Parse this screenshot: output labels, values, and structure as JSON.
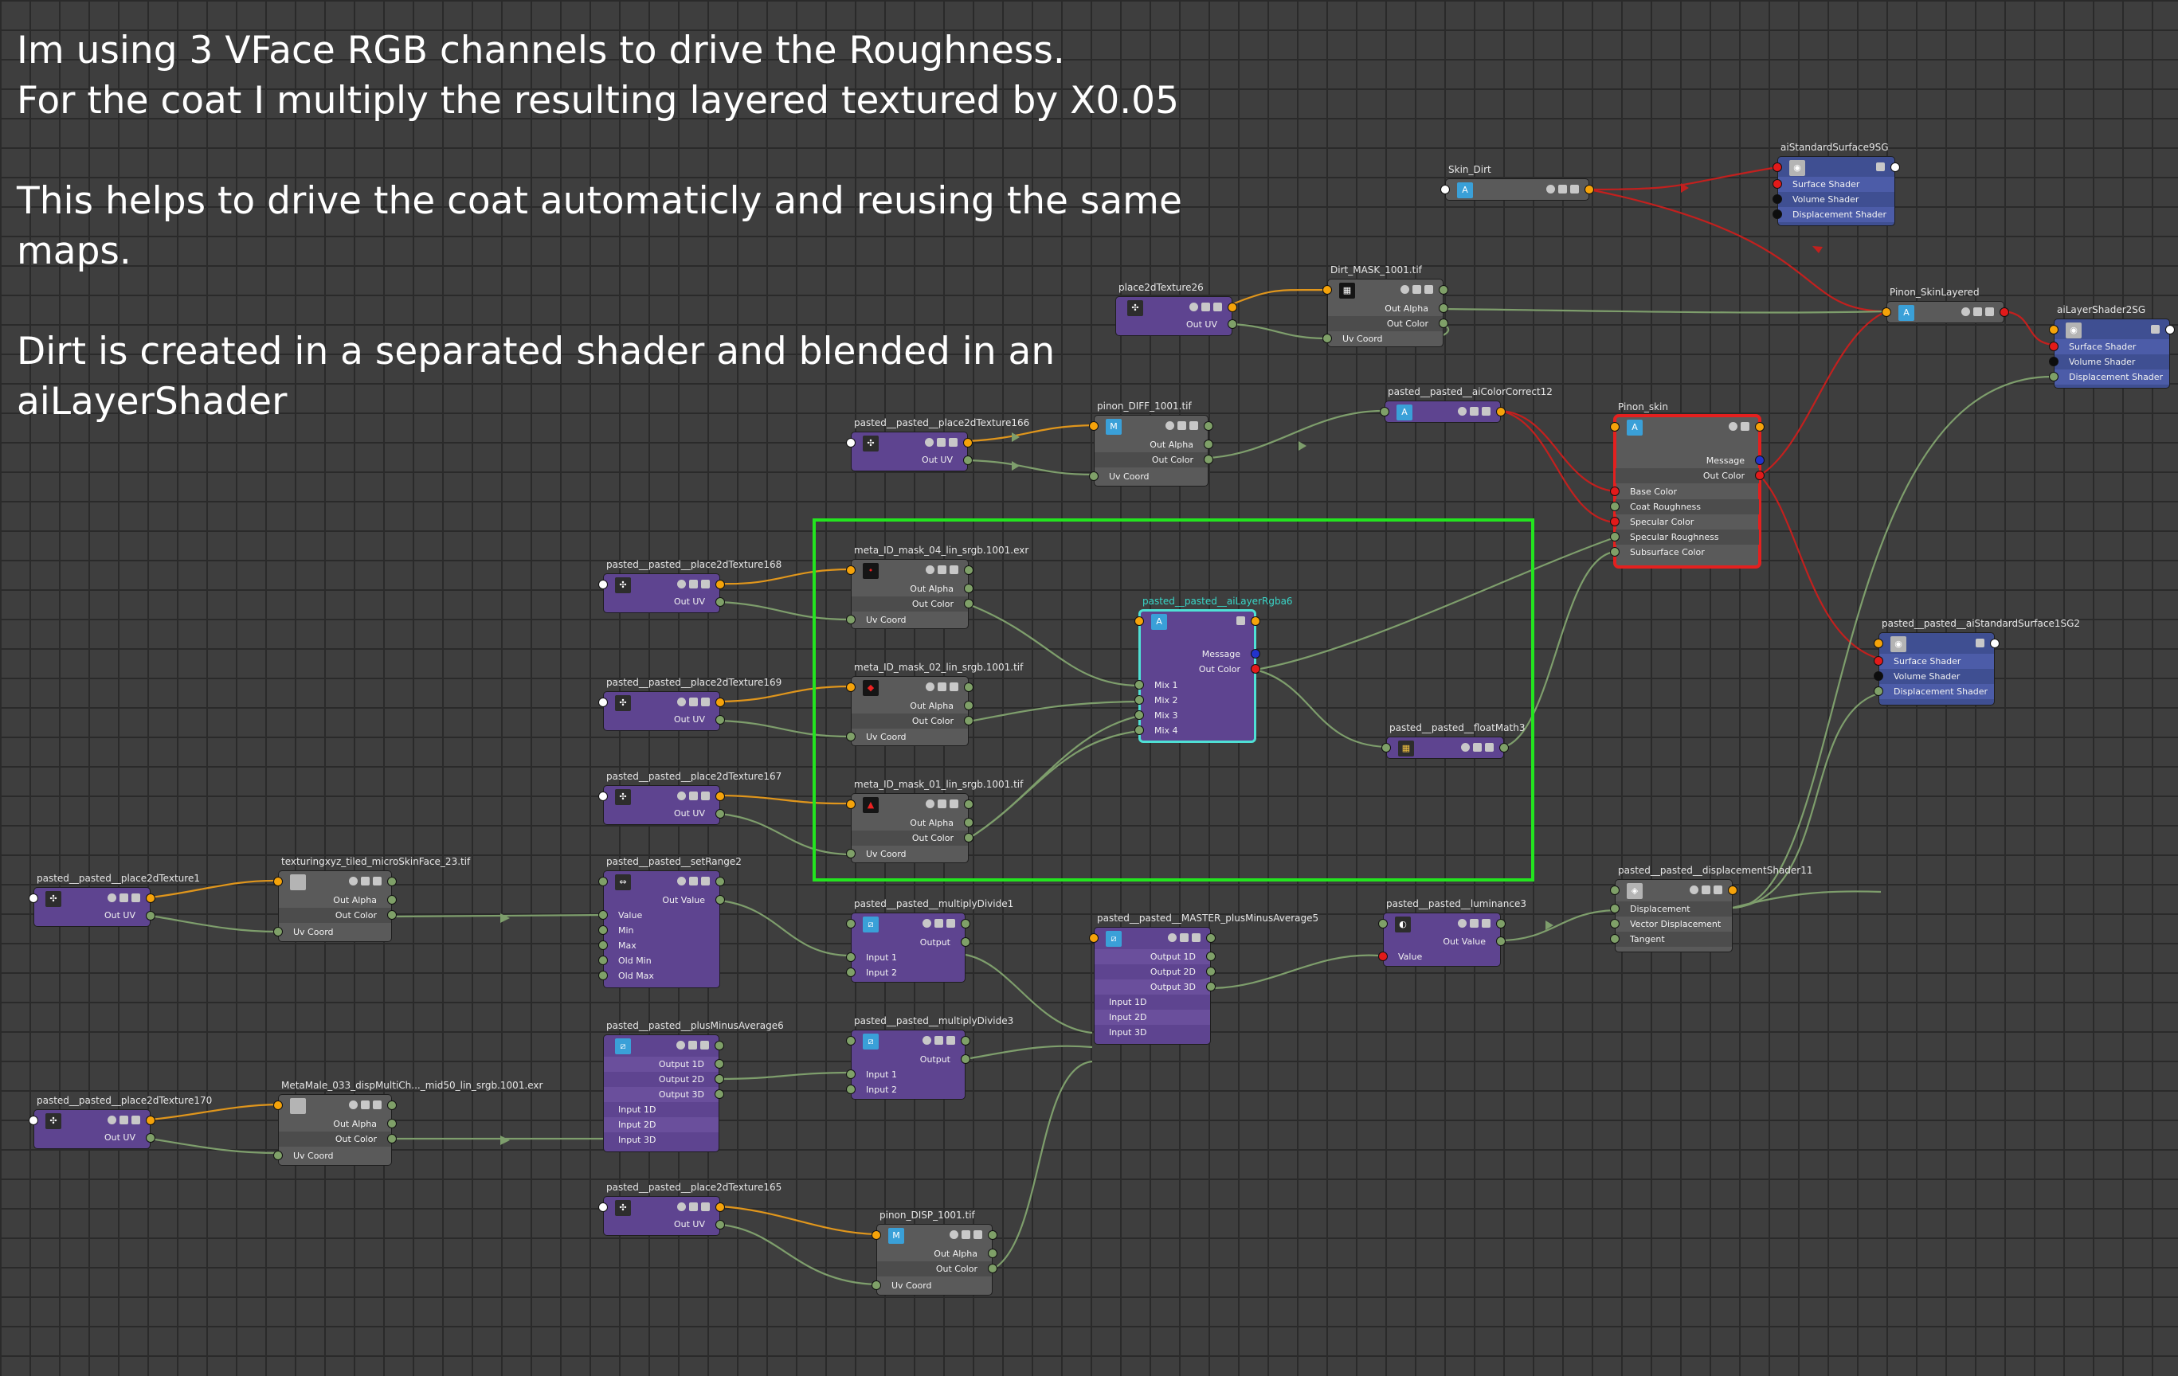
{
  "notes": {
    "line1": "Im using 3 VFace RGB channels to drive the Roughness.",
    "line2": "For the coat I multiply the resulting layered textured by X0.05",
    "line3": "",
    "line4": "This helps to drive the coat automaticly and reusing the same",
    "line5": "maps.",
    "line6": "",
    "line7": "Dirt is created in a separated shader and blended in an",
    "line8": "aiLayerShader"
  },
  "colors": {
    "canvas": "#3e3e3e",
    "grid": "#2a2a2a",
    "wire_color": "#e0961c",
    "wire_shader": "#c2201e",
    "wire_data": "#7e9e6c",
    "selection_box": "#23e51f",
    "highlight": "#4fe0d5",
    "node_purple": "#5e4490",
    "node_gray": "#5a5a5a",
    "node_blue": "#3f4f92"
  },
  "nodes": {
    "skin_dirt": {
      "title": "Skin_Dirt"
    },
    "sg9": {
      "title": "aiStandardSurface9SG",
      "surface": "Surface Shader",
      "volume": "Volume Shader",
      "disp": "Displacement Shader"
    },
    "place26": {
      "title": "place2dTexture26",
      "out_uv": "Out UV"
    },
    "dirt_mask": {
      "title": "Dirt_MASK_1001.tif",
      "out_alpha": "Out Alpha",
      "out_color": "Out Color",
      "uv": "Uv Coord"
    },
    "skin_layered": {
      "title": "Pinon_SkinLayered"
    },
    "sg2": {
      "title": "aiLayerShader2SG",
      "surface": "Surface Shader",
      "volume": "Volume Shader",
      "disp": "Displacement Shader"
    },
    "p166": {
      "title": "pasted__pasted__place2dTexture166",
      "out_uv": "Out UV"
    },
    "diff": {
      "title": "pinon_DIFF_1001.tif",
      "out_alpha": "Out Alpha",
      "out_color": "Out Color",
      "uv": "Uv Coord"
    },
    "cc12": {
      "title": "pasted__pasted__aiColorCorrect12"
    },
    "pinon_skin": {
      "title": "Pinon_skin",
      "message": "Message",
      "out_color": "Out Color",
      "base": "Base Color",
      "coat_rough": "Coat Roughness",
      "spec_color": "Specular Color",
      "spec_rough": "Specular Roughness",
      "sss": "Subsurface Color"
    },
    "p168": {
      "title": "pasted__pasted__place2dTexture168",
      "out_uv": "Out UV"
    },
    "mask04": {
      "title": "meta_ID_mask_04_lin_srgb.1001.exr",
      "out_alpha": "Out Alpha",
      "out_color": "Out Color",
      "uv": "Uv Coord"
    },
    "layer_rgba": {
      "title": "pasted__pasted__aiLayerRgba6",
      "message": "Message",
      "out_color": "Out Color",
      "mix1": "Mix 1",
      "mix2": "Mix 2",
      "mix3": "Mix 3",
      "mix4": "Mix 4"
    },
    "sg1": {
      "title": "pasted__pasted__aiStandardSurface1SG2",
      "surface": "Surface Shader",
      "volume": "Volume Shader",
      "disp": "Displacement Shader"
    },
    "p169": {
      "title": "pasted__pasted__place2dTexture169",
      "out_uv": "Out UV"
    },
    "mask02": {
      "title": "meta_ID_mask_02_lin_srgb.1001.tif",
      "out_alpha": "Out Alpha",
      "out_color": "Out Color",
      "uv": "Uv Coord"
    },
    "float3": {
      "title": "pasted__pasted__floatMath3"
    },
    "p167": {
      "title": "pasted__pasted__place2dTexture167",
      "out_uv": "Out UV"
    },
    "mask01": {
      "title": "meta_ID_mask_01_lin_srgb.1001.tif",
      "out_alpha": "Out Alpha",
      "out_color": "Out Color",
      "uv": "Uv Coord"
    },
    "p1": {
      "title": "pasted__pasted__place2dTexture1",
      "out_uv": "Out UV"
    },
    "micro": {
      "title": "texturingxyz_tiled_microSkinFace_23.tif",
      "out_alpha": "Out Alpha",
      "out_color": "Out Color",
      "uv": "Uv Coord"
    },
    "setrange": {
      "title": "pasted__pasted__setRange2",
      "out_value": "Out Value",
      "value": "Value",
      "min": "Min",
      "max": "Max",
      "old_min": "Old Min",
      "old_max": "Old Max"
    },
    "md1": {
      "title": "pasted__pasted__multiplyDivide1",
      "output": "Output",
      "in1": "Input 1",
      "in2": "Input 2"
    },
    "master": {
      "title": "pasted__pasted__MASTER_plusMinusAverage5",
      "o1": "Output 1D",
      "o2": "Output 2D",
      "o3": "Output 3D",
      "i1": "Input 1D",
      "i2": "Input 2D",
      "i3": "Input 3D"
    },
    "lum": {
      "title": "pasted__pasted__luminance3",
      "out_value": "Out Value",
      "value": "Value"
    },
    "disp11": {
      "title": "pasted__pasted__displacementShader11",
      "d": "Displacement",
      "vd": "Vector Displacement",
      "t": "Tangent"
    },
    "pma6": {
      "title": "pasted__pasted__plusMinusAverage6",
      "o1": "Output 1D",
      "o2": "Output 2D",
      "o3": "Output 3D",
      "i1": "Input 1D",
      "i2": "Input 2D",
      "i3": "Input 3D"
    },
    "md3": {
      "title": "pasted__pasted__multiplyDivide3",
      "output": "Output",
      "in1": "Input 1",
      "in2": "Input 2"
    },
    "p170": {
      "title": "pasted__pasted__place2dTexture170",
      "out_uv": "Out UV"
    },
    "metamale": {
      "title": "MetaMale_033_dispMultiCh..._mid50_lin_srgb.1001.exr",
      "out_alpha": "Out Alpha",
      "out_color": "Out Color",
      "uv": "Uv Coord"
    },
    "p165": {
      "title": "pasted__pasted__place2dTexture165",
      "out_uv": "Out UV"
    },
    "dispmap": {
      "title": "pinon_DISP_1001.tif",
      "out_alpha": "Out Alpha",
      "out_color": "Out Color",
      "uv": "Uv Coord"
    }
  }
}
